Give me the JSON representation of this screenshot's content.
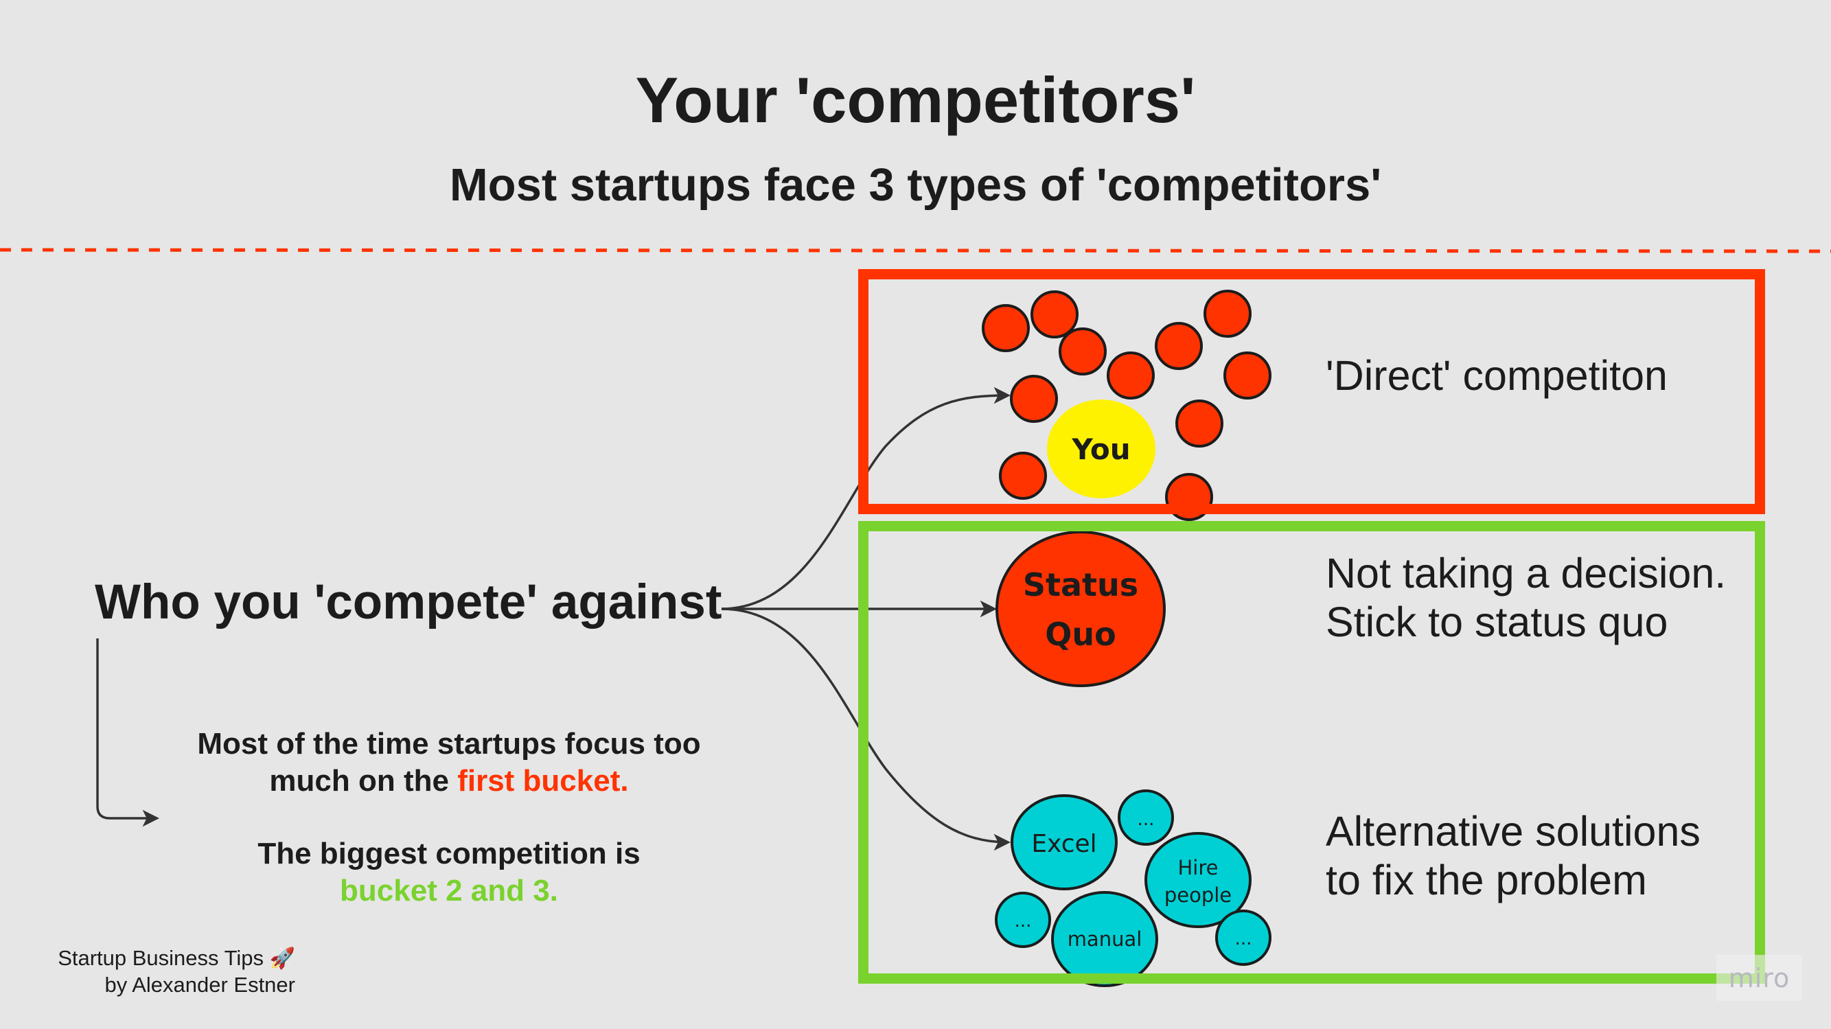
{
  "header": {
    "title": "Your 'competitors'",
    "subtitle": "Most startups face 3 types of 'competitors'"
  },
  "colors": {
    "background": "#e6e6e6",
    "accent_red": "#ff3300",
    "accent_green": "#7ad22e",
    "bubble_yellow": "#fff200",
    "bubble_cyan": "#00d0d4",
    "text": "#1c1c1c",
    "connector": "#333333"
  },
  "source_label": "Who you 'compete' against",
  "note": {
    "line1_prefix": "Most of the time startups focus too much on the ",
    "line1_highlight": "first bucket.",
    "line2_prefix": "The biggest competition is ",
    "line2_highlight": "bucket 2 and 3."
  },
  "buckets": [
    {
      "id": "direct",
      "border_color": "#ff3300",
      "description": "'Direct' competiton",
      "bubbles": {
        "you_label": "You"
      }
    },
    {
      "id": "status-quo",
      "border_color": "#7ad22e",
      "description_lines": [
        "Not taking a decision.",
        "Stick to status quo"
      ],
      "bubble_lines": [
        "Status",
        "Quo"
      ]
    },
    {
      "id": "alternatives",
      "border_color": "#7ad22e",
      "description_lines": [
        "Alternative solutions",
        "to fix the problem"
      ],
      "bubbles": {
        "excel": "Excel",
        "hire_line1": "Hire",
        "hire_line2": "people",
        "manual": "manual",
        "ellipsis": "..."
      }
    }
  ],
  "footer": {
    "line1": "Startup Business Tips",
    "rocket": "🚀",
    "line2": "by Alexander Estner"
  },
  "watermark": "miro"
}
